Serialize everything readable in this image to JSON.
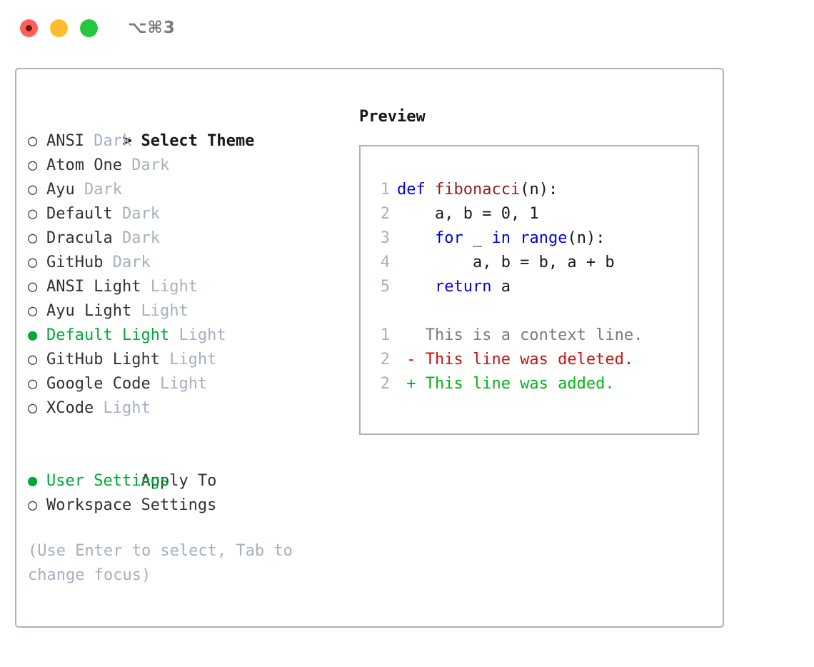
{
  "titlebar": {
    "shortcut_label": "⌥⌘3",
    "buttons": [
      {
        "name": "close",
        "color": "#ff6159"
      },
      {
        "name": "minimize",
        "color": "#ffbd2e"
      },
      {
        "name": "maximize",
        "color": "#23c83c"
      }
    ]
  },
  "theme_selector": {
    "heading_prefix": ">",
    "heading": "Select Theme",
    "bullet_unselected": "○",
    "bullet_selected": "●",
    "items": [
      {
        "label": "ANSI",
        "variant": "Dark",
        "selected": false
      },
      {
        "label": "Atom One",
        "variant": "Dark",
        "selected": false
      },
      {
        "label": "Ayu",
        "variant": "Dark",
        "selected": false
      },
      {
        "label": "Default",
        "variant": "Dark",
        "selected": false
      },
      {
        "label": "Dracula",
        "variant": "Dark",
        "selected": false
      },
      {
        "label": "GitHub",
        "variant": "Dark",
        "selected": false
      },
      {
        "label": "ANSI Light",
        "variant": "Light",
        "selected": false
      },
      {
        "label": "Ayu Light",
        "variant": "Light",
        "selected": false
      },
      {
        "label": "Default Light",
        "variant": "Light",
        "selected": true
      },
      {
        "label": "GitHub Light",
        "variant": "Light",
        "selected": false
      },
      {
        "label": "Google Code",
        "variant": "Light",
        "selected": false
      },
      {
        "label": "XCode",
        "variant": "Light",
        "selected": false
      }
    ]
  },
  "apply_to": {
    "heading": "Apply To",
    "options": [
      {
        "label": "User Settings",
        "selected": true
      },
      {
        "label": "Workspace Settings",
        "selected": false
      }
    ]
  },
  "hint": "(Use Enter to select, Tab to change focus)",
  "preview": {
    "title": "Preview",
    "code_lines": [
      {
        "number": "1",
        "tokens": [
          {
            "text": "def ",
            "kind": "kw"
          },
          {
            "text": "fibonacci",
            "kind": "fn"
          },
          {
            "text": "(n):",
            "kind": "plain"
          }
        ]
      },
      {
        "number": "2",
        "tokens": [
          {
            "text": "    a, b = 0, 1",
            "kind": "plain"
          }
        ]
      },
      {
        "number": "3",
        "tokens": [
          {
            "text": "    for ",
            "kind": "kw"
          },
          {
            "text": "_ ",
            "kind": "plain"
          },
          {
            "text": "in ",
            "kind": "kw"
          },
          {
            "text": "range",
            "kind": "kw"
          },
          {
            "text": "(n):",
            "kind": "plain"
          }
        ]
      },
      {
        "number": "4",
        "tokens": [
          {
            "text": "        a, b = b, a + b",
            "kind": "plain"
          }
        ]
      },
      {
        "number": "5",
        "tokens": [
          {
            "text": "    return ",
            "kind": "kw"
          },
          {
            "text": "a",
            "kind": "plain"
          }
        ]
      }
    ],
    "diff_lines": [
      {
        "number": "1",
        "marker": " ",
        "text": "This is a context line.",
        "kind": "context"
      },
      {
        "number": "2",
        "marker": "-",
        "text": "This line was deleted.",
        "kind": "deleted"
      },
      {
        "number": "2",
        "marker": "+",
        "text": "This line was added.",
        "kind": "added"
      }
    ]
  },
  "colors": {
    "accent_green": "#00a838",
    "muted": "#a6b0bd",
    "border": "#a9b3c1",
    "keyword_blue": "#0000ee",
    "function_red": "#9b1c1c",
    "diff_deleted": "#cc1111",
    "diff_added": "#00b512",
    "diff_context": "#7b7b7b"
  }
}
